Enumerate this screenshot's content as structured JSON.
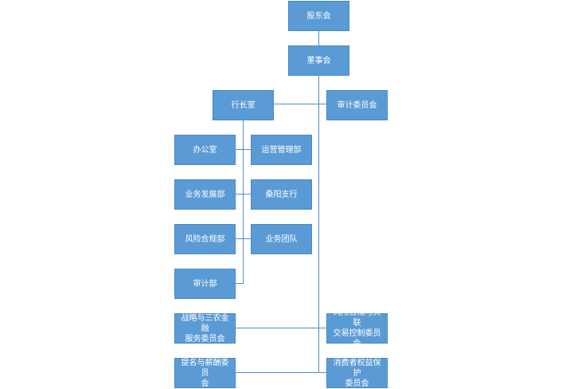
{
  "org_chart": {
    "shareholders": "股东会",
    "board": "董事会",
    "president_office": "行长室",
    "audit_committee": "审计委员会",
    "left_departments": [
      "办公室",
      "业务发展部",
      "风险合规部",
      "审计部"
    ],
    "right_departments": [
      "运营管理部",
      "桑阳支行",
      "业务团队"
    ],
    "left_committees": [
      "战略与三农金融\n服务委员会",
      "提名与薪酬委员\n会"
    ],
    "right_committees": [
      "风险合规与关联\n交易控制委员会",
      "消费者权益保护\n委员会"
    ],
    "colors": {
      "box_fill": "#5b9bd5",
      "box_border": "#4a89c3",
      "connector": "#4f8fcf",
      "text": "#ffffff"
    }
  }
}
